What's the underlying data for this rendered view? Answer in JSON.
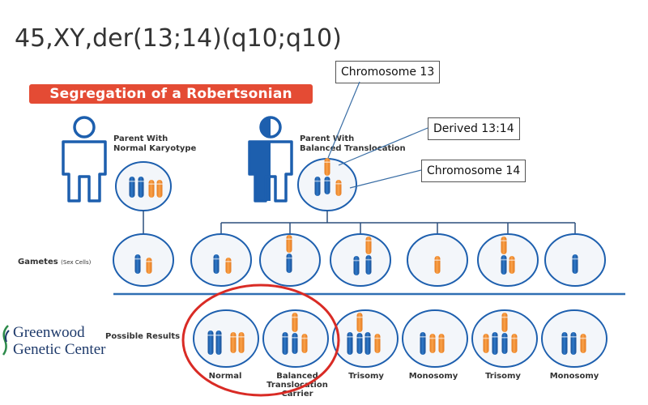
{
  "title": "45,XY,der(13;14)(q10;q10)",
  "banner": "Segregation of a Robertsonian Translocation",
  "callouts": {
    "chr13": "Chromosome 13",
    "derived": "Derived 13:14",
    "chr14": "Chromosome 14"
  },
  "parents": {
    "normal_line1": "Parent With",
    "normal_line2": "Normal Karyotype",
    "balanced_line1": "Parent With",
    "balanced_line2": "Balanced Translocation"
  },
  "rows": {
    "gametes": "Gametes",
    "gametes_sub": "(Sex Cells)",
    "results": "Possible Results"
  },
  "results": [
    {
      "line1": "Normal",
      "line2": "",
      "line3": ""
    },
    {
      "line1": "Balanced",
      "line2": "Translocation",
      "line3": "Carrier"
    },
    {
      "line1": "Trisomy",
      "line2": "",
      "line3": ""
    },
    {
      "line1": "Monosomy",
      "line2": "",
      "line3": ""
    },
    {
      "line1": "Trisomy",
      "line2": "",
      "line3": ""
    },
    {
      "line1": "Monosomy",
      "line2": "",
      "line3": ""
    }
  ],
  "logo": {
    "line1": "Greenwood",
    "line2": "Genetic Center"
  },
  "colors": {
    "blue": "#1d5fae",
    "orange": "#f08a2e",
    "banner": "#e44b34",
    "highlight_ring": "#d92b25",
    "logo_blue": "#1e3a6b"
  }
}
